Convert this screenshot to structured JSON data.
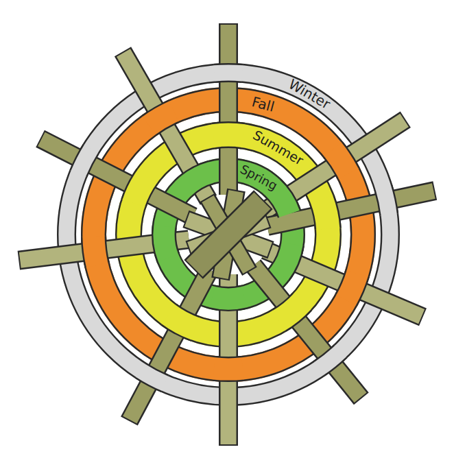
{
  "diagram": {
    "nodes": [
      {
        "text": [
          "Winter"
        ]
      },
      {
        "text": [
          "Fall"
        ],
        "in": 0
      },
      {
        "text": [
          "Summer"
        ],
        "in": 1
      },
      {
        "text": [
          "Spring"
        ],
        "in": 2
      }
    ]
  }
}
